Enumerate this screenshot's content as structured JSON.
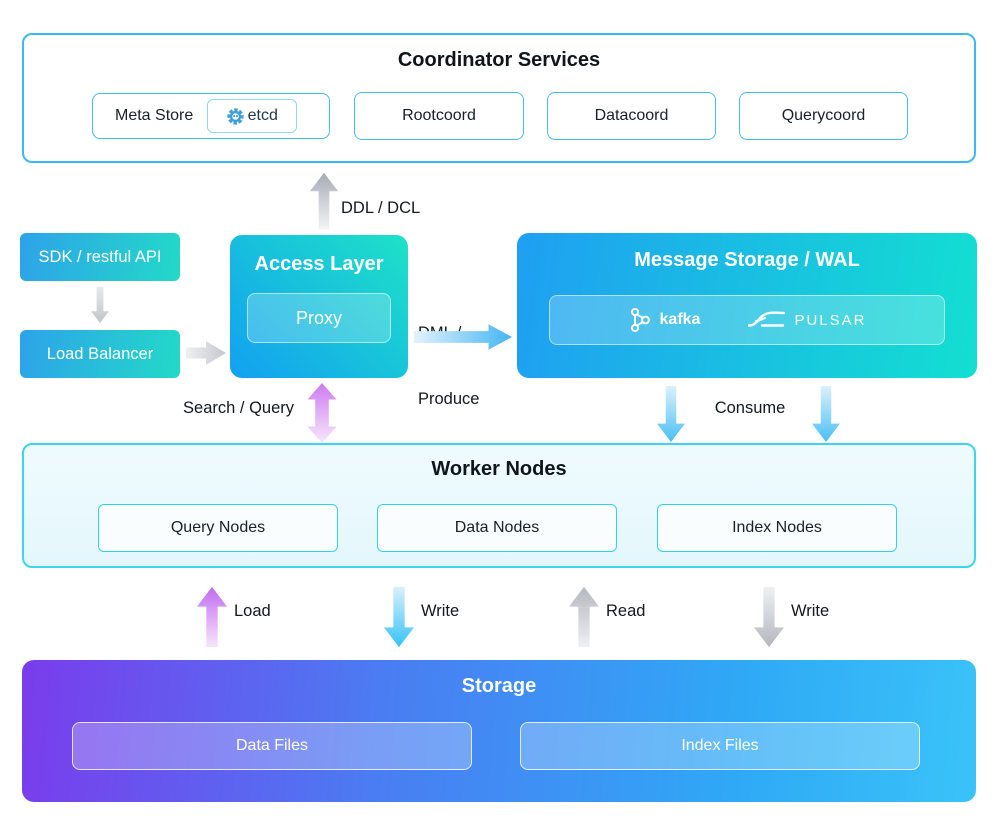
{
  "coordinator": {
    "title": "Coordinator Services",
    "meta_store_label": "Meta Store",
    "etcd_label": "etcd",
    "services": [
      "Rootcoord",
      "Datacoord",
      "Querycoord"
    ]
  },
  "client_path": {
    "sdk": "SDK / restful API",
    "load_balancer": "Load Balancer"
  },
  "access_layer": {
    "title": "Access Layer",
    "proxy": "Proxy"
  },
  "message_storage": {
    "title": "Message Storage / WAL",
    "kafka_label": "kafka",
    "pulsar_label": "PULSAR"
  },
  "worker_nodes": {
    "title": "Worker Nodes",
    "nodes": [
      "Query Nodes",
      "Data Nodes",
      "Index Nodes"
    ]
  },
  "storage": {
    "title": "Storage",
    "files": [
      "Data Files",
      "Index Files"
    ]
  },
  "flows": {
    "ddl": "DDL / DCL",
    "dml_line1": "DML /",
    "dml_line2": "Produce",
    "search": "Search / Query",
    "consume": "Consume",
    "load": "Load",
    "write_data": "Write",
    "read": "Read",
    "write_index": "Write"
  },
  "palette": {
    "light_blue_border": "#3bb9f4",
    "cyan_border": "#30d2e6",
    "teal_gradient_start": "#2da3e9",
    "teal_gradient_end": "#23d9c8",
    "access_blue": "#12a0f1",
    "access_teal": "#1ee2c6",
    "storage_purple": "#7a3cec",
    "storage_blue": "#3ac3f8",
    "arrow_gray": "#b3b7bf",
    "arrow_blue": "#3cc0f4",
    "arrow_purple": "#c96ef0"
  }
}
